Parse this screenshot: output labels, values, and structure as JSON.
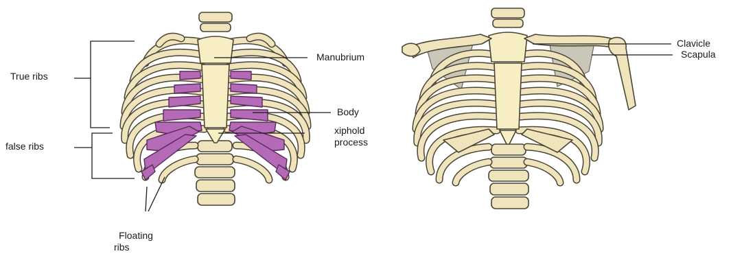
{
  "labels": {
    "true_ribs": "True ribs",
    "false_ribs": "false ribs",
    "floating_ribs_line1": "Floating",
    "floating_ribs_line2": "ribs",
    "manubrium": "Manubrium",
    "body": "Body",
    "xiphoid_line1": "xiphold",
    "xiphoid_line2": "process",
    "clavicle": "Clavicle",
    "scapula": "Scapula"
  },
  "colors": {
    "bone": "#f0e4bd",
    "costal_cartilage": "#b46ab6",
    "outline": "#4a4435",
    "background": "#ffffff"
  }
}
